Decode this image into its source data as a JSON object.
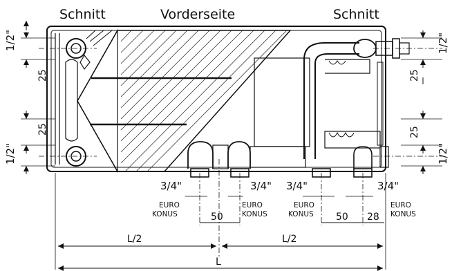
{
  "headers": {
    "left_section": "Schnitt",
    "front": "Vorderseite",
    "right_section": "Schnitt"
  },
  "vertical_dims": {
    "half_inch": "1/2\"",
    "d25": "25"
  },
  "bottom_labels": {
    "three_quarter": "3/4\"",
    "euro": "EURO",
    "konus": "KONUS",
    "d50": "50",
    "d28": "28"
  },
  "overall_dims": {
    "half_left": "L/2",
    "half_right": "L/2",
    "total": "L"
  }
}
